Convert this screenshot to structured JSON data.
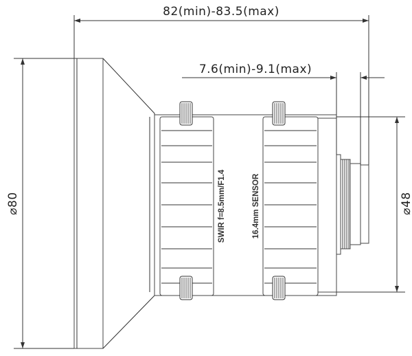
{
  "dimensions": {
    "overall_length": "82(min)-83.5(max)",
    "back_focal": "7.6(min)-9.1(max)",
    "front_diameter": "⌀80",
    "body_diameter": "⌀48"
  },
  "labels": {
    "focal_spec": "SWIR  f=8.5mm/F1.4",
    "sensor_spec": "16.4mm  SENSOR"
  }
}
